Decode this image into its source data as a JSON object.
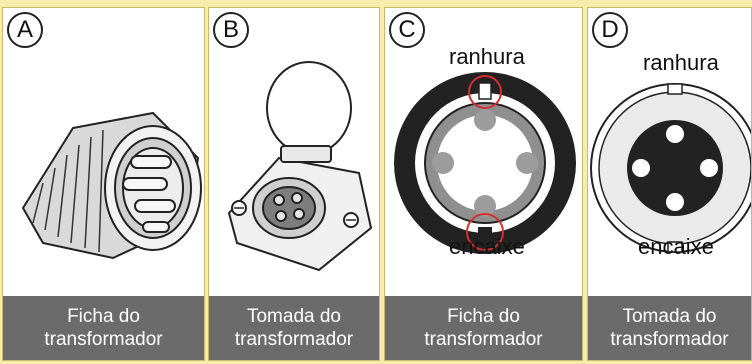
{
  "panels": [
    {
      "letter": "A",
      "caption_line1": "Ficha do",
      "caption_line2": "transformador"
    },
    {
      "letter": "B",
      "caption_line1": "Tomada do",
      "caption_line2": "transformador"
    },
    {
      "letter": "C",
      "caption_line1": "Ficha do",
      "caption_line2": "transformador",
      "label_top": "ranhura",
      "label_bottom": "encaixe"
    },
    {
      "letter": "D",
      "caption_line1": "Tomada do",
      "caption_line2": "transformador",
      "label_top": "ranhura",
      "label_bottom": "encaixe"
    }
  ],
  "colors": {
    "background": "#f7ecac",
    "caption": "#6b6b6b",
    "highlight": "#d32f2f"
  }
}
